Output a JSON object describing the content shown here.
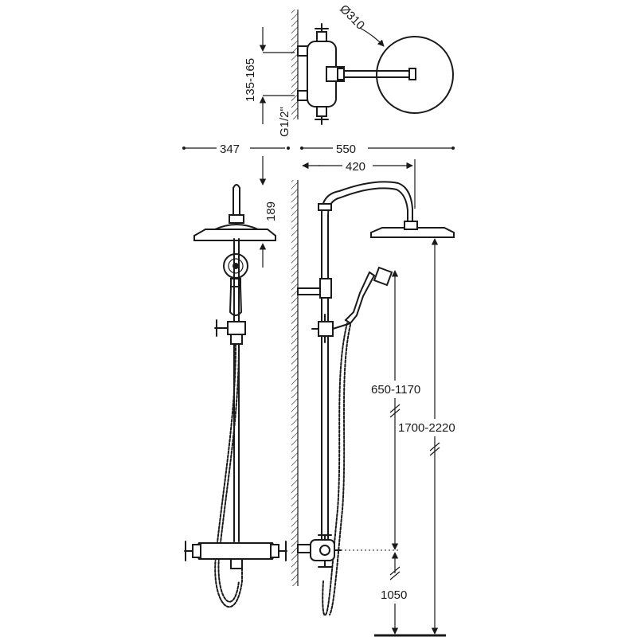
{
  "dimensions": {
    "head_diameter": "Ø310",
    "wall_offset": "135-165",
    "thread": "G1/2\"",
    "front_width": "347",
    "side_depth": "550",
    "arm_reach": "420",
    "head_height": "189",
    "handshower_height": "650-1170",
    "head_total_height": "1700-2220",
    "valve_height": "1050"
  },
  "colors": {
    "line": "#1a1a1a",
    "background": "#ffffff"
  }
}
